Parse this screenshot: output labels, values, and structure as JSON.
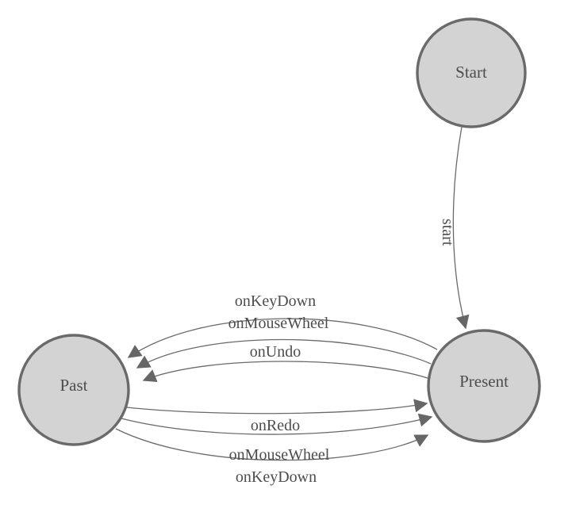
{
  "diagram": {
    "type": "state-machine",
    "background_color": "#ffffff",
    "node_fill": "#d3d3d3",
    "node_stroke": "#6a6a6a",
    "edge_color": "#6a6a6a",
    "arrow_color": "#666666",
    "label_color": "#4d4d4d",
    "nodes": [
      {
        "id": "start",
        "label": "Start"
      },
      {
        "id": "present",
        "label": "Present"
      },
      {
        "id": "past",
        "label": "Past"
      }
    ],
    "edges": [
      {
        "from": "start",
        "to": "present",
        "label": "start"
      },
      {
        "from": "present",
        "to": "past",
        "label": "onKeyDown"
      },
      {
        "from": "present",
        "to": "past",
        "label": "onMouseWheel"
      },
      {
        "from": "present",
        "to": "past",
        "label": "onUndo"
      },
      {
        "from": "past",
        "to": "present",
        "label": "onRedo"
      },
      {
        "from": "past",
        "to": "present",
        "label": "onMouseWheel"
      },
      {
        "from": "past",
        "to": "present",
        "label": "onKeyDown"
      }
    ]
  }
}
